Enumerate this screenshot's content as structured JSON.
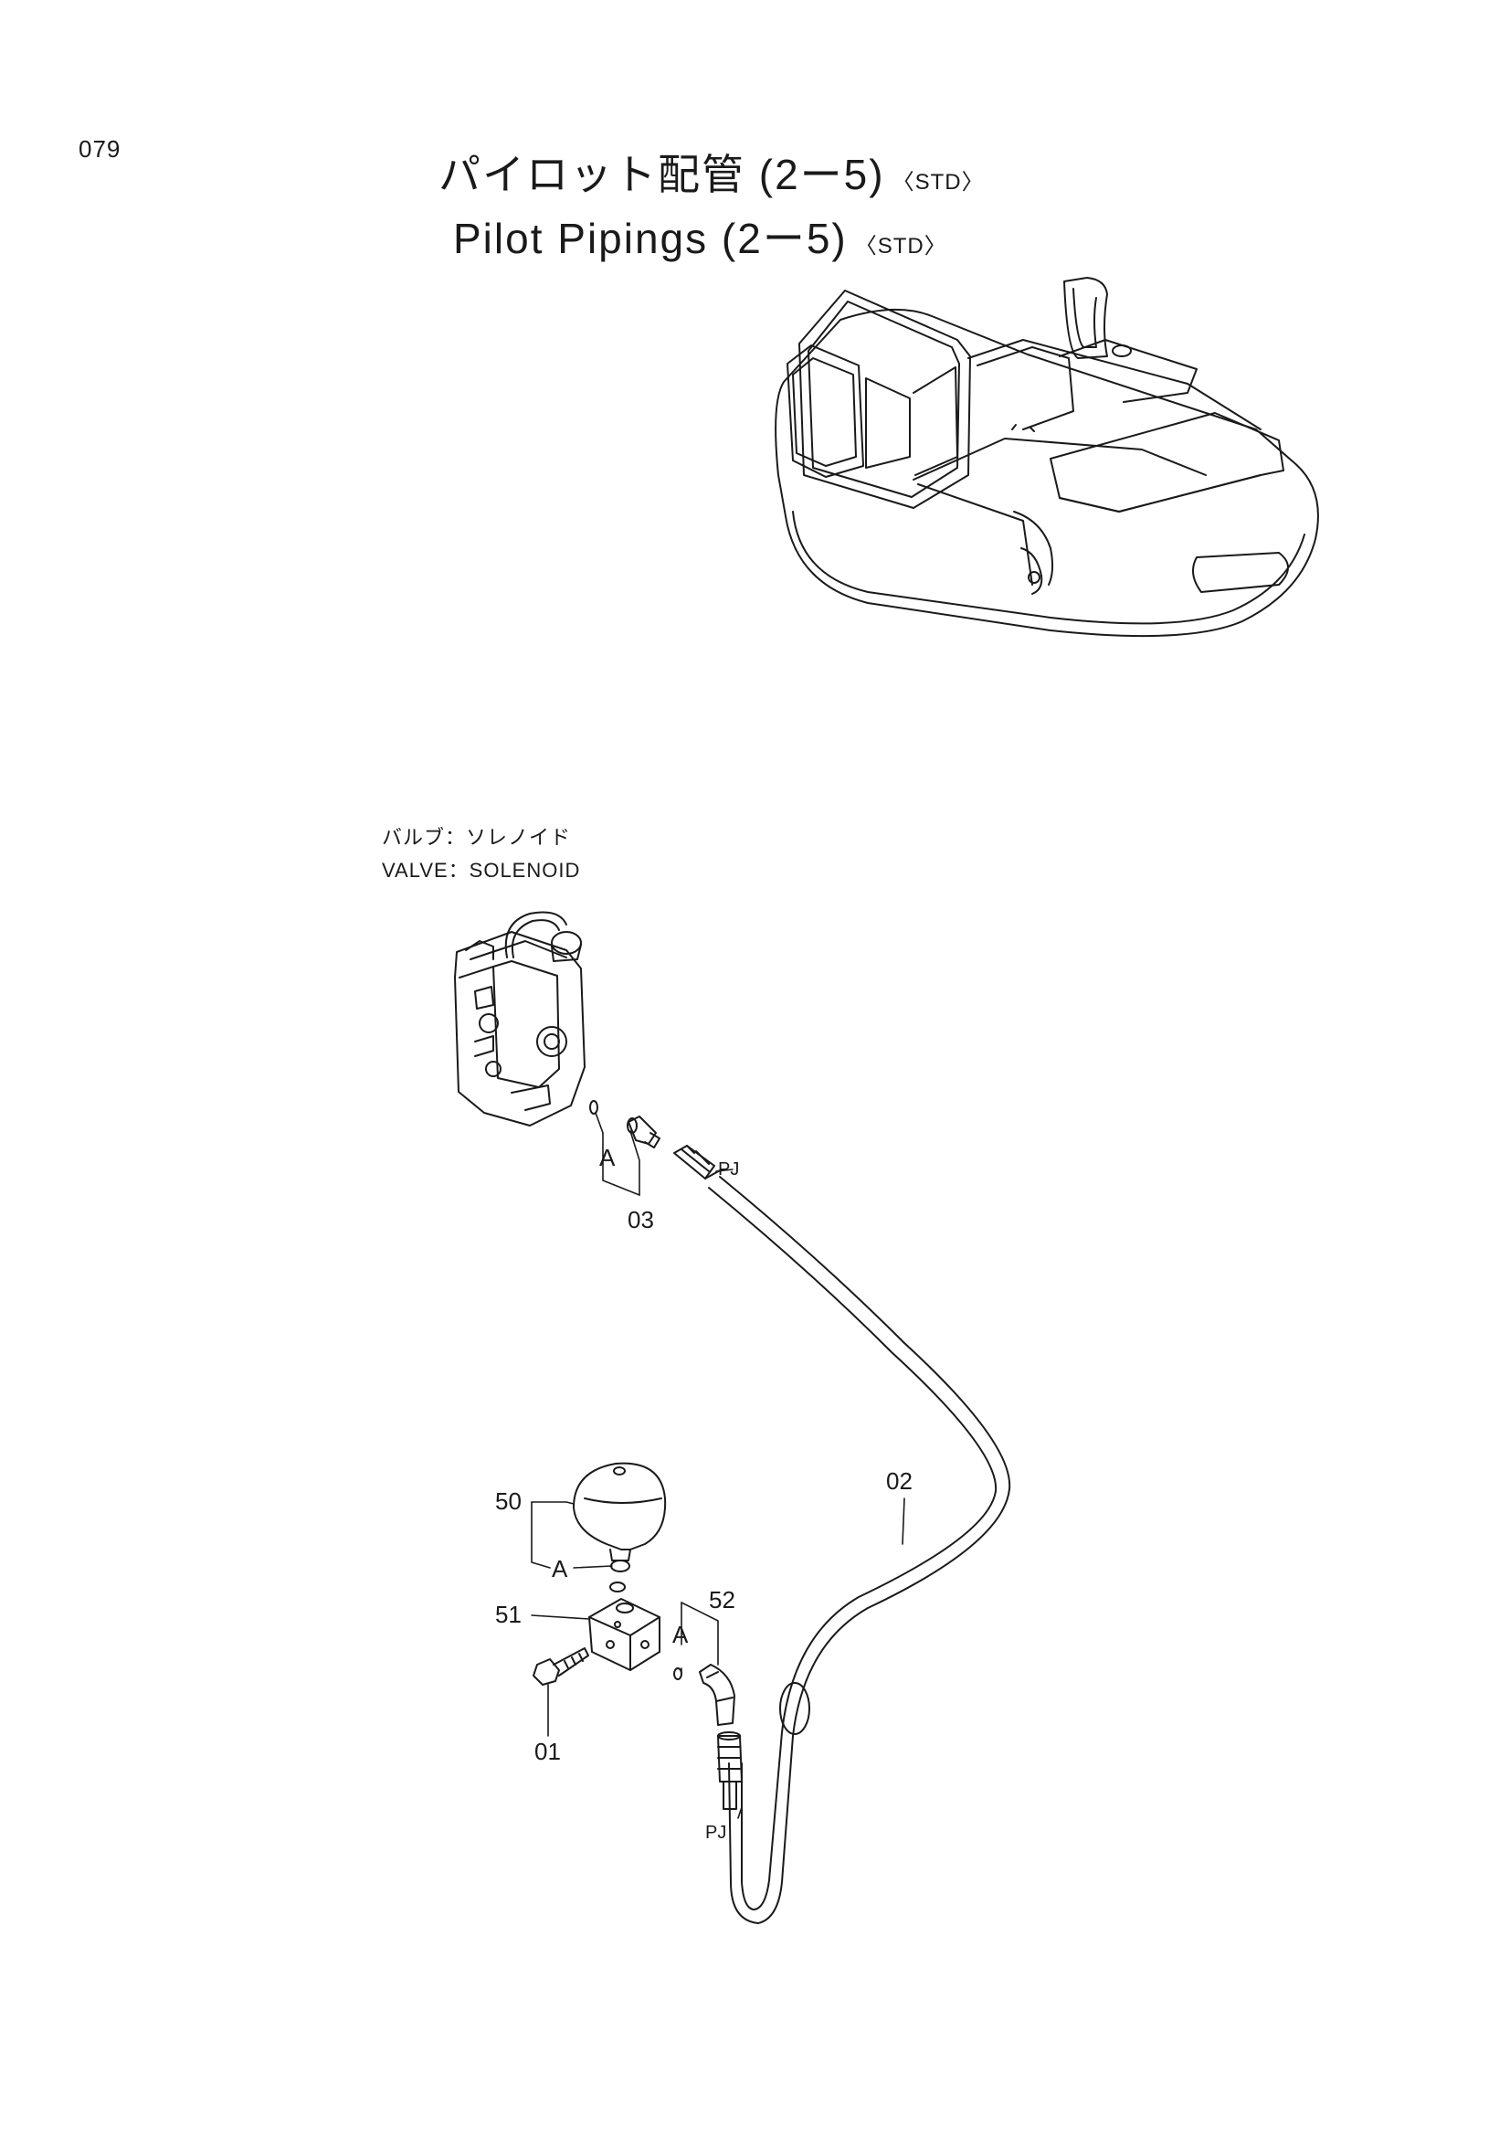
{
  "page": {
    "number": "079"
  },
  "title": {
    "jp": "パイロット配管 (2ー5)",
    "en": "Pilot Pipings (2ー5)",
    "tag": "〈STD〉"
  },
  "component": {
    "jp": "バルブ：ソレノイド",
    "en": "VALVE：SOLENOID"
  },
  "callouts": {
    "p01": "01",
    "p02": "02",
    "p03": "03",
    "p50": "50",
    "p51": "51",
    "p52": "52",
    "a1": "A",
    "a2": "A",
    "a3": "A",
    "pj1": "PJ",
    "pj2": "PJ"
  },
  "colors": {
    "ink": "#1a1a1a",
    "paper": "#ffffff"
  }
}
